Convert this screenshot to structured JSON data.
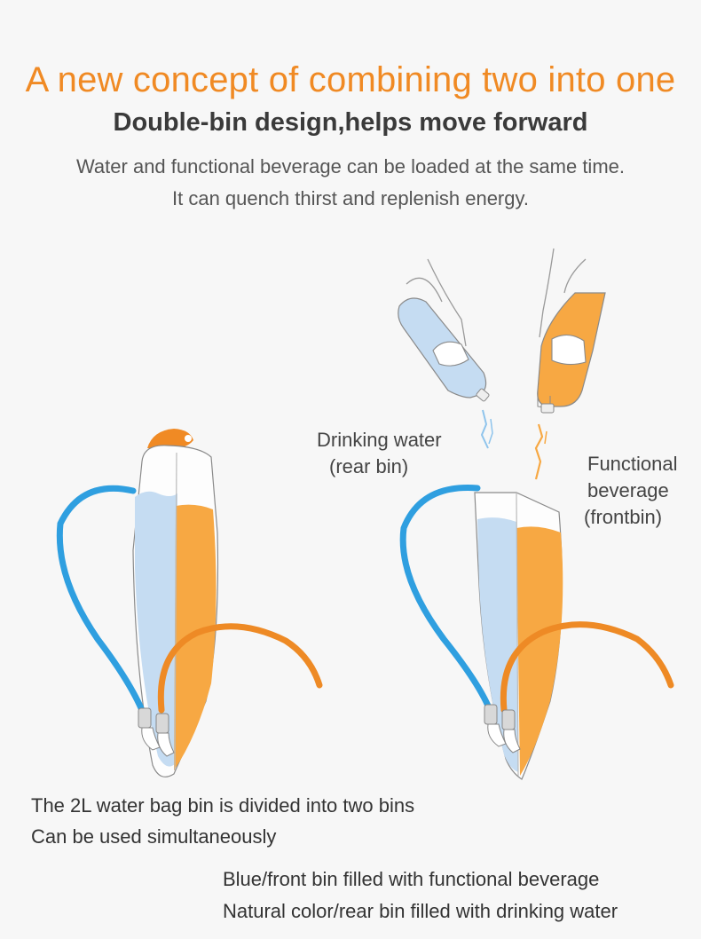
{
  "header": {
    "title": "A new concept of combining two into one",
    "subtitle": "Double-bin design,helps move forward",
    "desc_line1": "Water and functional beverage can be loaded at the same time.",
    "desc_line2": "It can quench thirst and replenish energy."
  },
  "labels": {
    "water_line1": "Drinking water",
    "water_line2": "(rear bin)",
    "bev_line1": "Functional",
    "bev_line2": "beverage",
    "bev_line3": "(frontbin)"
  },
  "notes": {
    "left_line1": "The 2L water bag bin is divided into two bins",
    "left_line2": "Can be used simultaneously",
    "right_line1": "Blue/front bin filled with functional beverage",
    "right_line2": "Natural color/rear bin filled with drinking water"
  },
  "colors": {
    "accent": "#f08a24",
    "water": "#c5dcf2",
    "beverage": "#f7a843",
    "blue_tube": "#2f9fe0",
    "orange_tube": "#ee8a25"
  }
}
